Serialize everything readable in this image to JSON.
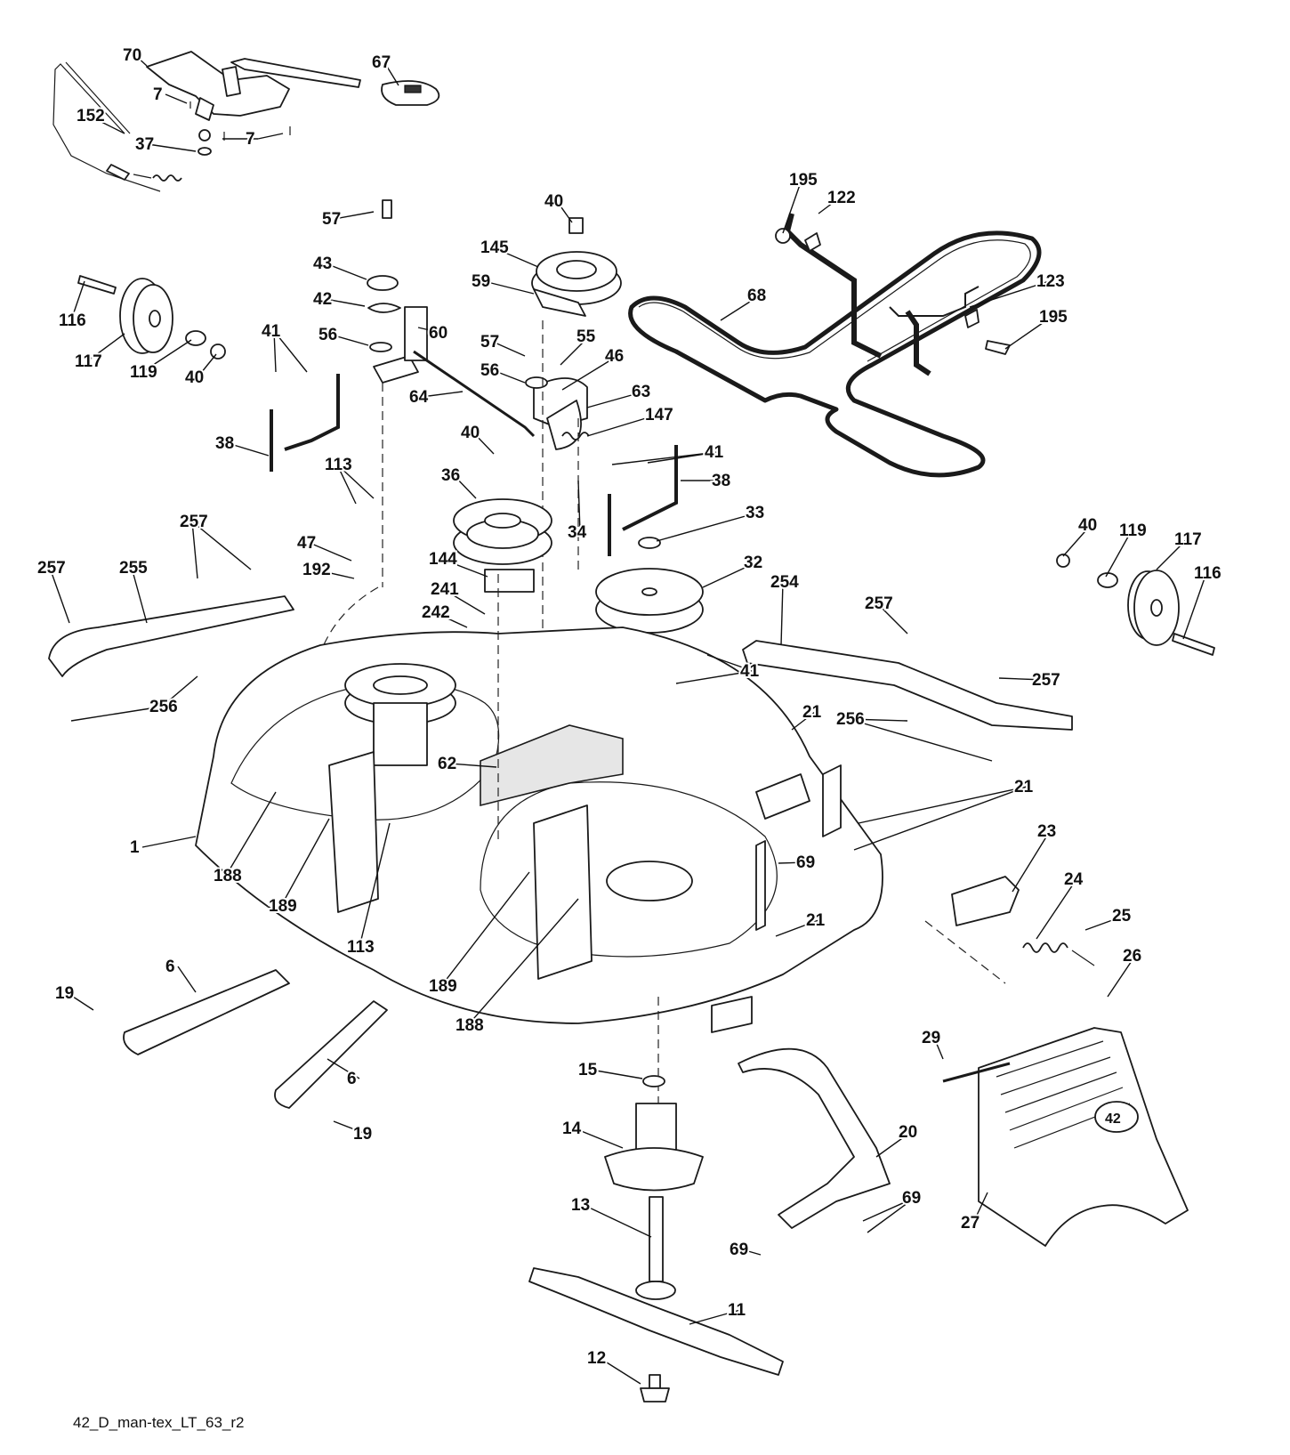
{
  "diagram_code": "42_D_man-tex_LT_63_r2",
  "parts": [
    {
      "id": "p70",
      "num": "70"
    },
    {
      "id": "p67",
      "num": "67"
    },
    {
      "id": "p7a",
      "num": "7"
    },
    {
      "id": "p152",
      "num": "152"
    },
    {
      "id": "p37",
      "num": "37"
    },
    {
      "id": "p7b",
      "num": "7"
    },
    {
      "id": "p57a",
      "num": "57"
    },
    {
      "id": "p43",
      "num": "43"
    },
    {
      "id": "p42",
      "num": "42"
    },
    {
      "id": "p56a",
      "num": "56"
    },
    {
      "id": "p60",
      "num": "60"
    },
    {
      "id": "p40a",
      "num": "40"
    },
    {
      "id": "p145",
      "num": "145"
    },
    {
      "id": "p59",
      "num": "59"
    },
    {
      "id": "p57b",
      "num": "57"
    },
    {
      "id": "p55",
      "num": "55"
    },
    {
      "id": "p56b",
      "num": "56"
    },
    {
      "id": "p46",
      "num": "46"
    },
    {
      "id": "p63",
      "num": "63"
    },
    {
      "id": "p64",
      "num": "64"
    },
    {
      "id": "p147",
      "num": "147"
    },
    {
      "id": "p195a",
      "num": "195"
    },
    {
      "id": "p122",
      "num": "122"
    },
    {
      "id": "p68",
      "num": "68"
    },
    {
      "id": "p123",
      "num": "123"
    },
    {
      "id": "p195b",
      "num": "195"
    },
    {
      "id": "p116a",
      "num": "116"
    },
    {
      "id": "p117a",
      "num": "117"
    },
    {
      "id": "p119a",
      "num": "119"
    },
    {
      "id": "p40b",
      "num": "40"
    },
    {
      "id": "p41a",
      "num": "41"
    },
    {
      "id": "p38a",
      "num": "38"
    },
    {
      "id": "p40c",
      "num": "40"
    },
    {
      "id": "p41b",
      "num": "41"
    },
    {
      "id": "p38b",
      "num": "38"
    },
    {
      "id": "p113a",
      "num": "113"
    },
    {
      "id": "p36",
      "num": "36"
    },
    {
      "id": "p34",
      "num": "34"
    },
    {
      "id": "p33",
      "num": "33"
    },
    {
      "id": "p257a",
      "num": "257"
    },
    {
      "id": "p257b",
      "num": "257"
    },
    {
      "id": "p255",
      "num": "255"
    },
    {
      "id": "p47",
      "num": "47"
    },
    {
      "id": "p192",
      "num": "192"
    },
    {
      "id": "p144",
      "num": "144"
    },
    {
      "id": "p32",
      "num": "32"
    },
    {
      "id": "p40d",
      "num": "40"
    },
    {
      "id": "p119b",
      "num": "119"
    },
    {
      "id": "p117b",
      "num": "117"
    },
    {
      "id": "p116b",
      "num": "116"
    },
    {
      "id": "p241",
      "num": "241"
    },
    {
      "id": "p242",
      "num": "242"
    },
    {
      "id": "p254",
      "num": "254"
    },
    {
      "id": "p257c",
      "num": "257"
    },
    {
      "id": "p41c",
      "num": "41"
    },
    {
      "id": "p257d",
      "num": "257"
    },
    {
      "id": "p256a",
      "num": "256"
    },
    {
      "id": "p21a",
      "num": "21"
    },
    {
      "id": "p256b",
      "num": "256"
    },
    {
      "id": "p62",
      "num": "62"
    },
    {
      "id": "p1",
      "num": "1"
    },
    {
      "id": "p188a",
      "num": "188"
    },
    {
      "id": "p189a",
      "num": "189"
    },
    {
      "id": "p113b",
      "num": "113"
    },
    {
      "id": "p21b",
      "num": "21"
    },
    {
      "id": "p69a",
      "num": "69"
    },
    {
      "id": "p23",
      "num": "23"
    },
    {
      "id": "p24",
      "num": "24"
    },
    {
      "id": "p21c",
      "num": "21"
    },
    {
      "id": "p25",
      "num": "25"
    },
    {
      "id": "p6a",
      "num": "6"
    },
    {
      "id": "p19a",
      "num": "19"
    },
    {
      "id": "p189b",
      "num": "189"
    },
    {
      "id": "p188b",
      "num": "188"
    },
    {
      "id": "p26",
      "num": "26"
    },
    {
      "id": "p29",
      "num": "29"
    },
    {
      "id": "p6b",
      "num": "6"
    },
    {
      "id": "p19b",
      "num": "19"
    },
    {
      "id": "p15",
      "num": "15"
    },
    {
      "id": "p14",
      "num": "14"
    },
    {
      "id": "p20",
      "num": "20"
    },
    {
      "id": "p69b",
      "num": "69"
    },
    {
      "id": "p27",
      "num": "27"
    },
    {
      "id": "p13",
      "num": "13"
    },
    {
      "id": "p69c",
      "num": "69"
    },
    {
      "id": "p11",
      "num": "11"
    },
    {
      "id": "p12",
      "num": "12"
    }
  ],
  "chute_badge": "42"
}
